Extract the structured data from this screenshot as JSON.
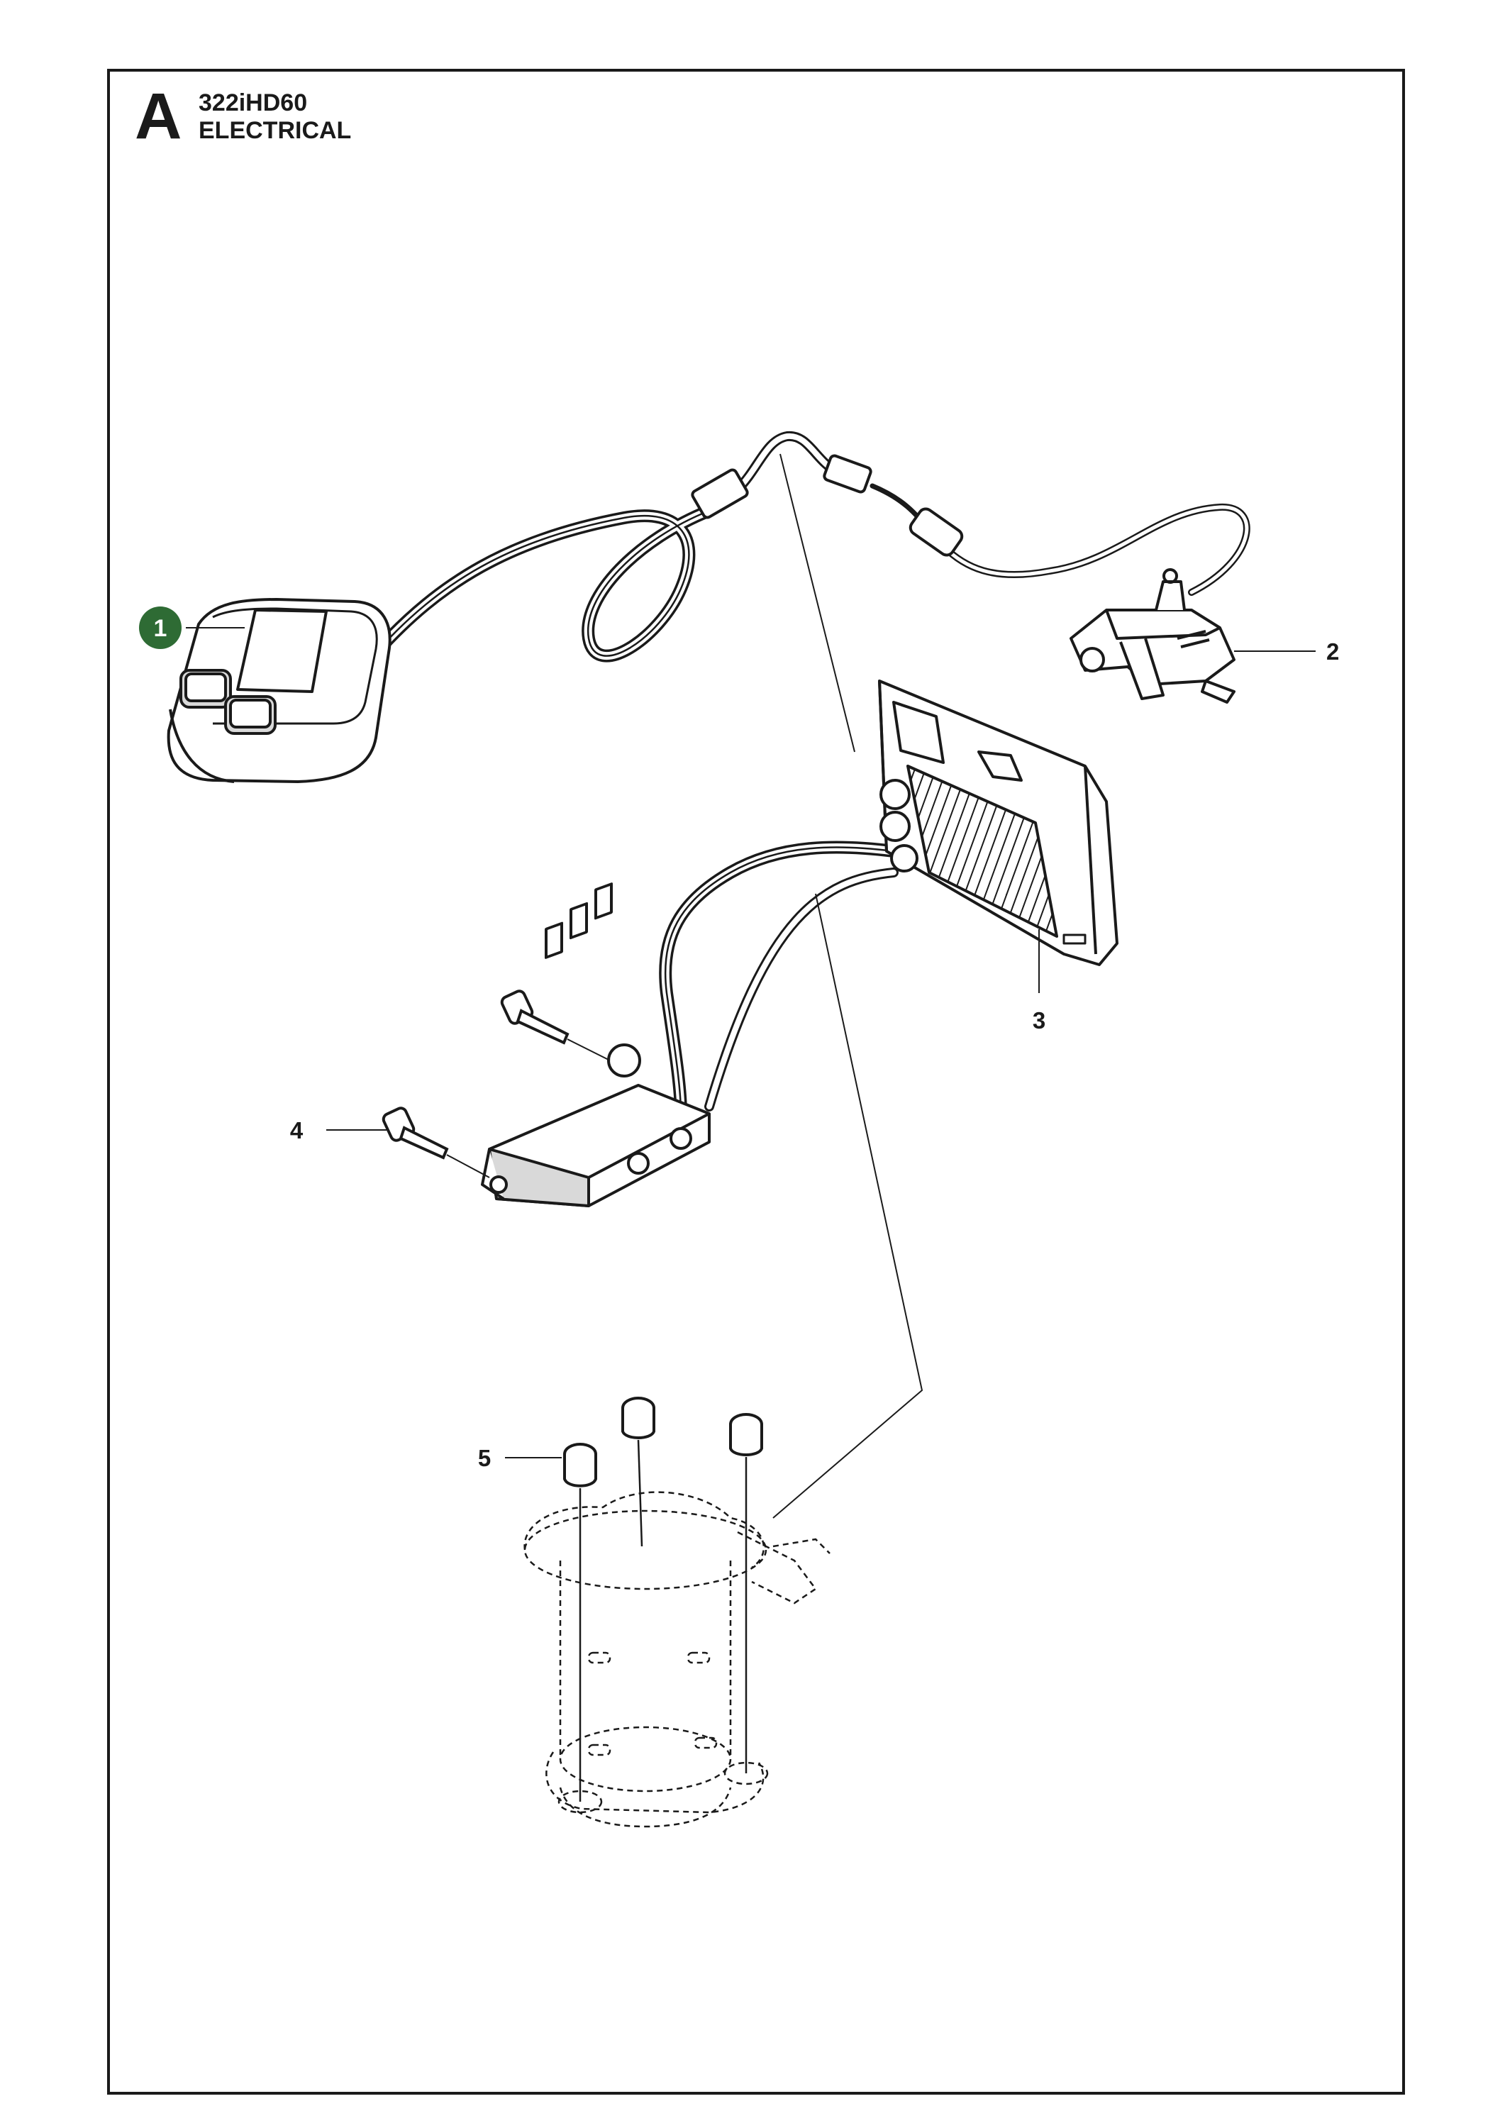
{
  "header": {
    "section_letter": "A",
    "model": "322iHD60",
    "section_title": "ELECTRICAL"
  },
  "callouts": [
    {
      "id": "1",
      "label": "1",
      "part": "control-panel",
      "highlighted": true
    },
    {
      "id": "2",
      "label": "2",
      "part": "switch-connector"
    },
    {
      "id": "3",
      "label": "3",
      "part": "controller-module"
    },
    {
      "id": "4",
      "label": "4",
      "part": "sensor-board-screw"
    },
    {
      "id": "5",
      "label": "5",
      "part": "motor-screw"
    }
  ],
  "colors": {
    "highlight_badge": "#2e6b34",
    "line": "#1a1a1a",
    "part_fill": "#ffffff",
    "part_shade": "#d9d9d9"
  }
}
